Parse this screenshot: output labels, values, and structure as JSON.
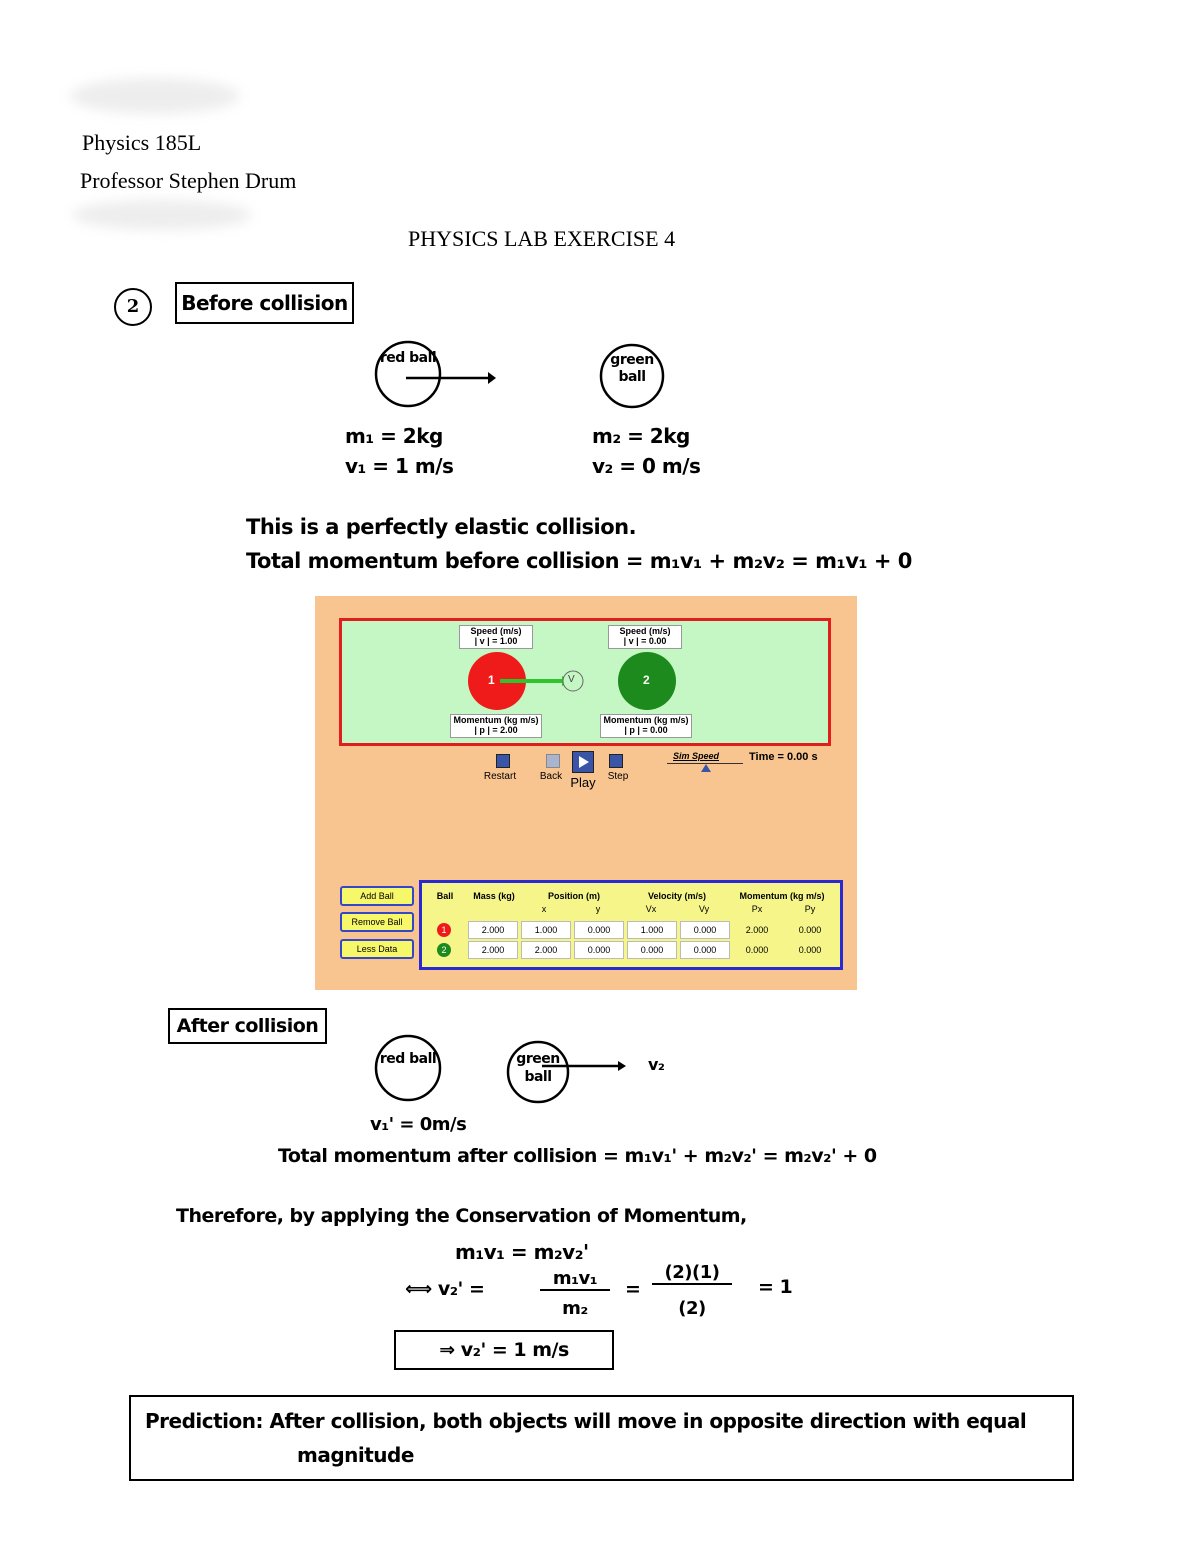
{
  "header": {
    "course": "Physics 185L",
    "professor": "Professor Stephen Drum",
    "title": "PHYSICS LAB EXERCISE 4"
  },
  "before": {
    "number": "2",
    "heading": "Before collision",
    "red_ball": "red ball",
    "green_ball": "green ball",
    "m1": "m₁ = 2kg",
    "v1": "v₁ = 1 m/s",
    "m2": "m₂ = 2kg",
    "v2": "v₂ = 0 m/s",
    "line1": "This is a perfectly elastic collision.",
    "line2": "Total momentum before collision  =  m₁v₁ + m₂v₂ = m₁v₁ + 0"
  },
  "sim": {
    "ball1": {
      "number": "1",
      "speed_title": "Speed (m/s)",
      "speed_value": "| v | = 1.00",
      "mom_title": "Momentum (kg m/s)",
      "mom_value": "| p | = 2.00",
      "vector_label": "V",
      "color": "#ef1b1b"
    },
    "ball2": {
      "number": "2",
      "speed_title": "Speed (m/s)",
      "speed_value": "| v | = 0.00",
      "mom_title": "Momentum (kg m/s)",
      "mom_value": "| p | = 0.00",
      "color": "#1c8a1c"
    },
    "controls": {
      "restart": "Restart",
      "back": "Back",
      "play": "Play",
      "step": "Step",
      "sim_speed": "Sim Speed",
      "time": "Time = 0.00 s"
    },
    "buttons": {
      "add": "Add Ball",
      "remove": "Remove Ball",
      "less": "Less Data"
    },
    "table": {
      "headers": {
        "ball": "Ball",
        "mass": "Mass (kg)",
        "position": "Position (m)",
        "velocity": "Velocity (m/s)",
        "momentum": "Momentum (kg m/s)",
        "x": "x",
        "y": "y",
        "vx": "Vx",
        "vy": "Vy",
        "px": "Px",
        "py": "Py"
      },
      "rows": [
        {
          "ball": "1",
          "mass": "2.000",
          "x": "1.000",
          "y": "0.000",
          "vx": "1.000",
          "vy": "0.000",
          "px": "2.000",
          "py": "0.000"
        },
        {
          "ball": "2",
          "mass": "2.000",
          "x": "2.000",
          "y": "0.000",
          "vx": "0.000",
          "vy": "0.000",
          "px": "0.000",
          "py": "0.000"
        }
      ]
    },
    "colors": {
      "background": "#f8c590",
      "field": "#c4f7c4",
      "field_border": "#e01e1e",
      "table_border": "#2a2ad0",
      "table_bg": "#f5f58a"
    }
  },
  "after": {
    "heading": "After collision",
    "red_ball": "red ball",
    "green_ball": "green ball",
    "v2_label": "v₂",
    "v1p": "v₁' = 0m/s",
    "line1": "Total momentum after collision  =  m₁v₁' + m₂v₂'  =  m₂v₂' + 0",
    "line2": "Therefore, by applying the Conservation of Momentum,",
    "eq1": "m₁v₁  =  m₂v₂'",
    "eq2_left": "⟺  v₂'  =",
    "frac1_num": "m₁v₁",
    "frac1_den": "m₂",
    "eq_sign": "=",
    "frac2_num": "(2)(1)",
    "frac2_den": "(2)",
    "eq2_right": "=   1",
    "boxed": "⇒  v₂' =  1 m/s",
    "prediction_line1": "Prediction:  After collision, both objects will move  in opposite direction  with equal",
    "prediction_line2": "magnitude"
  }
}
